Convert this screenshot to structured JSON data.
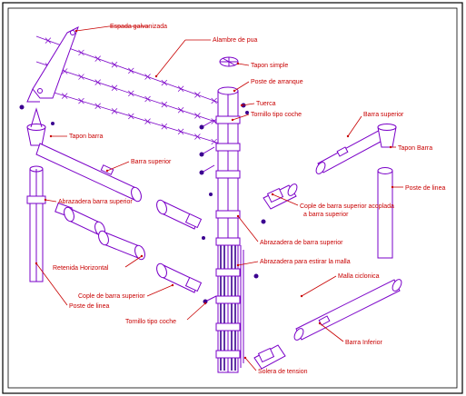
{
  "title": "",
  "colors": {
    "part": "#7a00c8",
    "label": "#c80000",
    "frame": "#000000"
  },
  "labels": {
    "espada_galvanizada": "Espada galvanizada",
    "alambre_de_pua": "Alambre de pua",
    "tapon_simple": "Tapon simple",
    "poste_de_arranque": "Poste de arranque",
    "tuerca": "Tuerca",
    "tornillo_tipo_coche_1": "Tornillo tipo coche",
    "barra_superior_right": "Barra superior",
    "tapon_barra_right": "Tapon Barra",
    "tapon_barra_left": "Tapon barra",
    "barra_superior_left": "Barra superior",
    "poste_de_linea_right": "Poste de linea",
    "abrazadera_barra_superior_left": "Abrazadera barra superior",
    "cople_acoplada": "Cople de barra superior acoplada a barra superior",
    "abrazadera_barra_superior_center": "Abrazadera de barra superior",
    "retenida_horizontal": "Retenida Horizontal",
    "abrazadera_estirar_malla": "Abrazadera para estirar la malla",
    "malla_ciclonica": "Malla ciclonica",
    "cople_barra_superior": "Cople de barra superior",
    "poste_de_linea_left": "Poste de linea",
    "tornillo_tipo_coche_2": "Tornillo tipo coche",
    "barra_inferior": "Barra Inferior",
    "solera_de_tension": "Solera de tension"
  }
}
